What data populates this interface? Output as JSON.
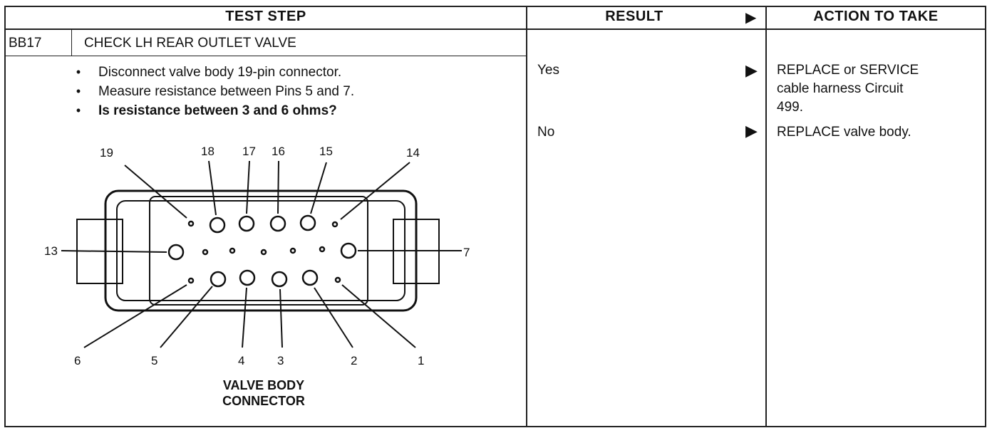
{
  "header": {
    "test_step": "TEST STEP",
    "result": "RESULT",
    "arrow": "▶",
    "action": "ACTION TO TAKE"
  },
  "step": {
    "code": "BB17",
    "title": "CHECK LH REAR OUTLET VALVE",
    "bullets": [
      {
        "text": "Disconnect valve body 19-pin connector.",
        "bold": false
      },
      {
        "text": "Measure resistance between Pins 5 and 7.",
        "bold": false
      },
      {
        "text": "Is resistance between 3 and 6 ohms?",
        "bold": true
      }
    ],
    "bullet_glyph": "•"
  },
  "results": [
    {
      "label": "Yes",
      "action_lines": [
        "REPLACE or SERVICE",
        "cable harness Circuit",
        "499."
      ]
    },
    {
      "label": "No",
      "action_lines": [
        "REPLACE valve body."
      ]
    }
  ],
  "connector": {
    "title_line1": "VALVE BODY",
    "title_line2": "CONNECTOR",
    "pins": [
      "19",
      "18",
      "17",
      "16",
      "15",
      "14",
      "13",
      "7",
      "6",
      "5",
      "4",
      "3",
      "2",
      "1"
    ]
  }
}
